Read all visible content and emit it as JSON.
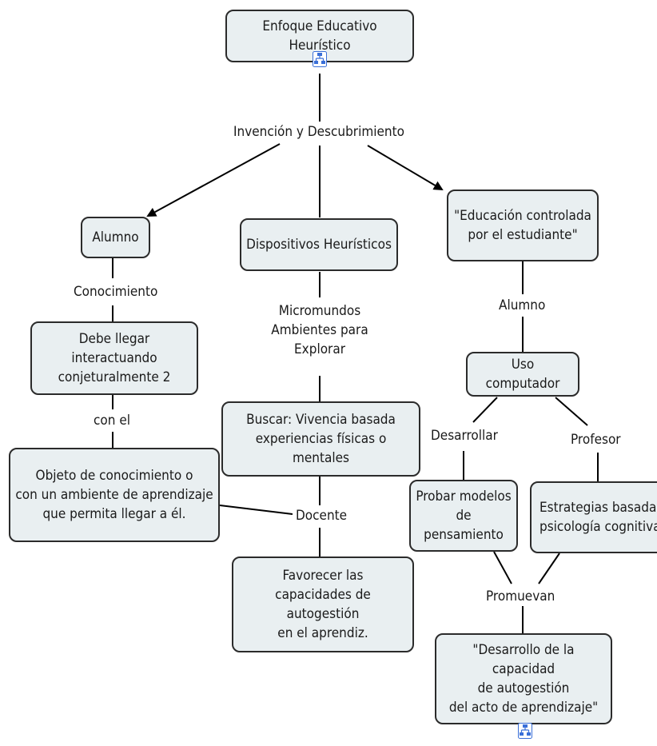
{
  "nodes": {
    "enfoque": "Enfoque Educativo Heurístico",
    "alumno": "Alumno",
    "dispositivos": "Dispositivos Heurísticos",
    "educacion": [
      "\"Educación controlada",
      "por el estudiante\""
    ],
    "debe_llegar": [
      "Debe llegar interactuando",
      "conjeturalmente 2"
    ],
    "objeto": [
      "Objeto de conocimiento o",
      "con un ambiente de aprendizaje",
      "que permita llegar a él."
    ],
    "buscar": [
      "Buscar: Vivencia basada",
      "experiencias físicas o mentales"
    ],
    "favorecer": [
      "Favorecer las",
      "capacidades de autogestión",
      "en el aprendiz."
    ],
    "uso": "Uso computador",
    "probar": [
      "Probar modelos",
      "de pensamiento"
    ],
    "estrategias": [
      "Estrategias basadas",
      "psicología cognitiva"
    ],
    "desarrollo": [
      "\"Desarrollo de la capacidad",
      "de autogestión",
      "del acto de aprendizaje\""
    ]
  },
  "links": {
    "invencion": "Invención y Descubrimiento",
    "conocimiento": "Conocimiento",
    "con_el": "con el",
    "micromundos": [
      "Micromundos",
      "Ambientes para",
      "Explorar"
    ],
    "docente": "Docente",
    "alumno2": "Alumno",
    "desarrollar": "Desarrollar",
    "profesor": "Profesor",
    "promuevan": "Promuevan"
  },
  "icons": [
    "concept-map-icon",
    "concept-map-icon"
  ],
  "colors": {
    "node_fill": "#e9eff1",
    "node_border": "#2b2b2b",
    "line": "#000000",
    "icon_blue": "#3a6fd8"
  }
}
